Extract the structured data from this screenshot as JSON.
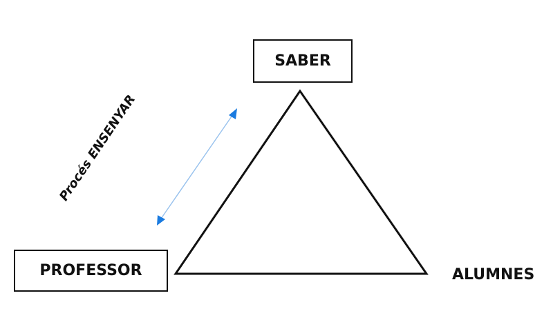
{
  "nodes": {
    "top": "SABER",
    "left": "PROFESSOR",
    "right": "ALUMNES"
  },
  "edge": {
    "label": "Procés ENSENYAR"
  },
  "colors": {
    "stroke": "#111111",
    "arrow": "#1a7be0",
    "arrow_line": "#9cc4ee",
    "background": "#ffffff"
  }
}
